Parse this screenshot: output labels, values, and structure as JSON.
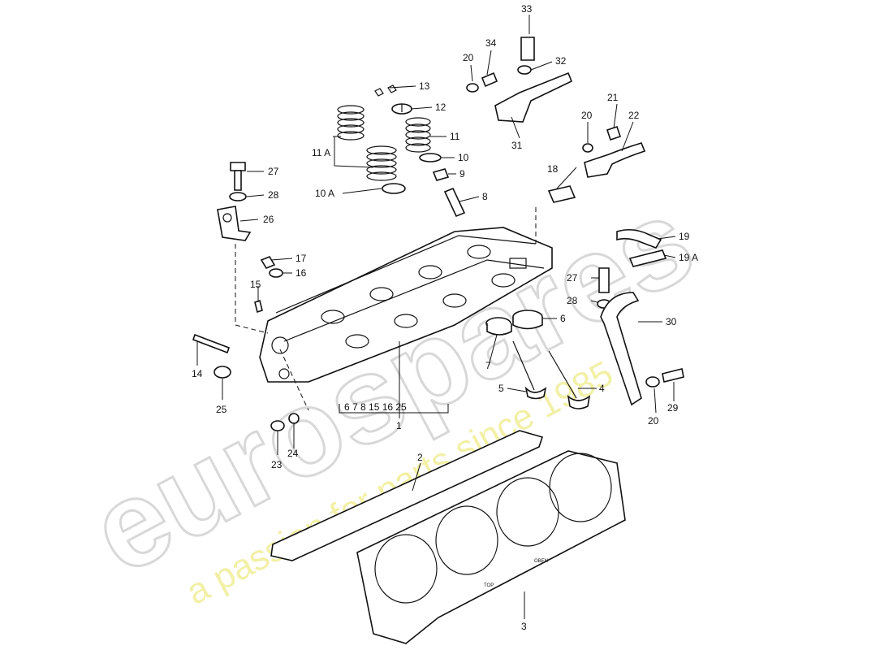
{
  "watermark": {
    "brand": "eurospares",
    "slogan": "a passion for parts since 1985"
  },
  "gasket_marks": {
    "top": "TOP",
    "oben": "OBEN"
  },
  "labels": {
    "p1": "1",
    "p2": "2",
    "p3": "3",
    "p4": "4",
    "p5": "5",
    "p6": "6",
    "p7": "7",
    "p8": "8",
    "p9": "9",
    "p10": "10",
    "p10a": "10 A",
    "p11": "11",
    "p11a": "11 A",
    "p12": "12",
    "p13": "13",
    "p14": "14",
    "p15": "15",
    "p16": "16",
    "p17": "17",
    "p18": "18",
    "p19": "19",
    "p19a": "19 A",
    "p20a": "20",
    "p20b": "20",
    "p20c": "20",
    "p21": "21",
    "p22": "22",
    "p23": "23",
    "p24": "24",
    "p25": "25",
    "p26": "26",
    "p27a": "27",
    "p27b": "27",
    "p28a": "28",
    "p28b": "28",
    "p29": "29",
    "p30": "30",
    "p31": "31",
    "p32": "32",
    "p33": "33",
    "p34": "34",
    "group": "6  7  8  15    16  25"
  }
}
